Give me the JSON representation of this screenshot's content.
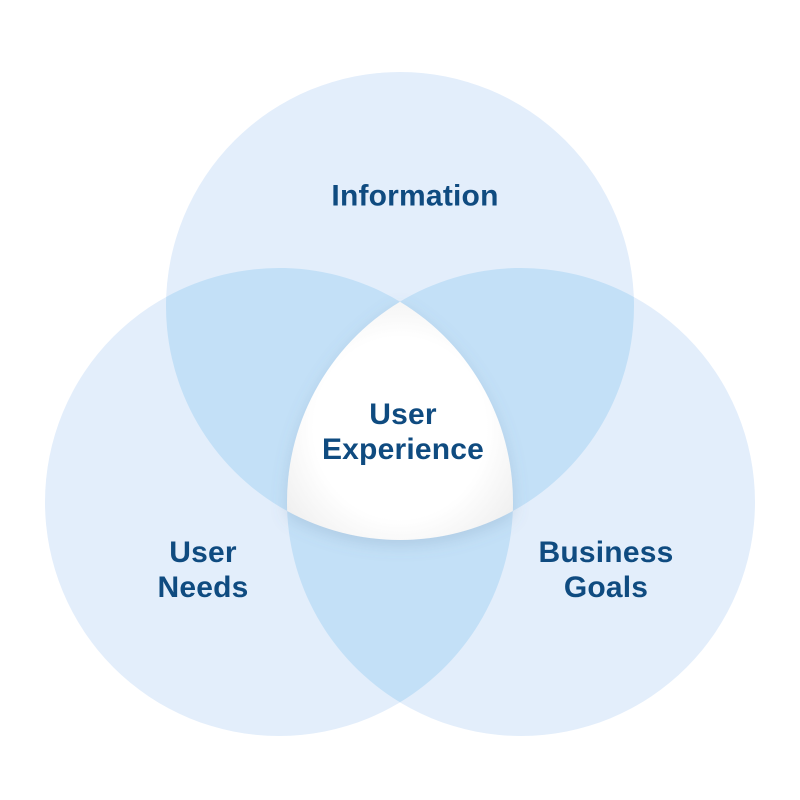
{
  "venn": {
    "background_color": "#ffffff",
    "colors": {
      "circle_fill": "#e3eefb",
      "overlap_fill": "#c3e0f7",
      "center_fill_start": "#ffffff",
      "center_fill_edge": "#ececec",
      "label_color": "#0f4b80"
    },
    "sets": [
      {
        "id": "information",
        "label": "Information",
        "lines": [
          "Information"
        ]
      },
      {
        "id": "user-needs",
        "label": "User Needs",
        "lines": [
          "User",
          "Needs"
        ]
      },
      {
        "id": "business-goals",
        "label": "Business Goals",
        "lines": [
          "Business",
          "Goals"
        ]
      }
    ],
    "triple_intersection": {
      "id": "user-experience",
      "label": "User Experience",
      "lines": [
        "User",
        "Experience"
      ]
    }
  }
}
